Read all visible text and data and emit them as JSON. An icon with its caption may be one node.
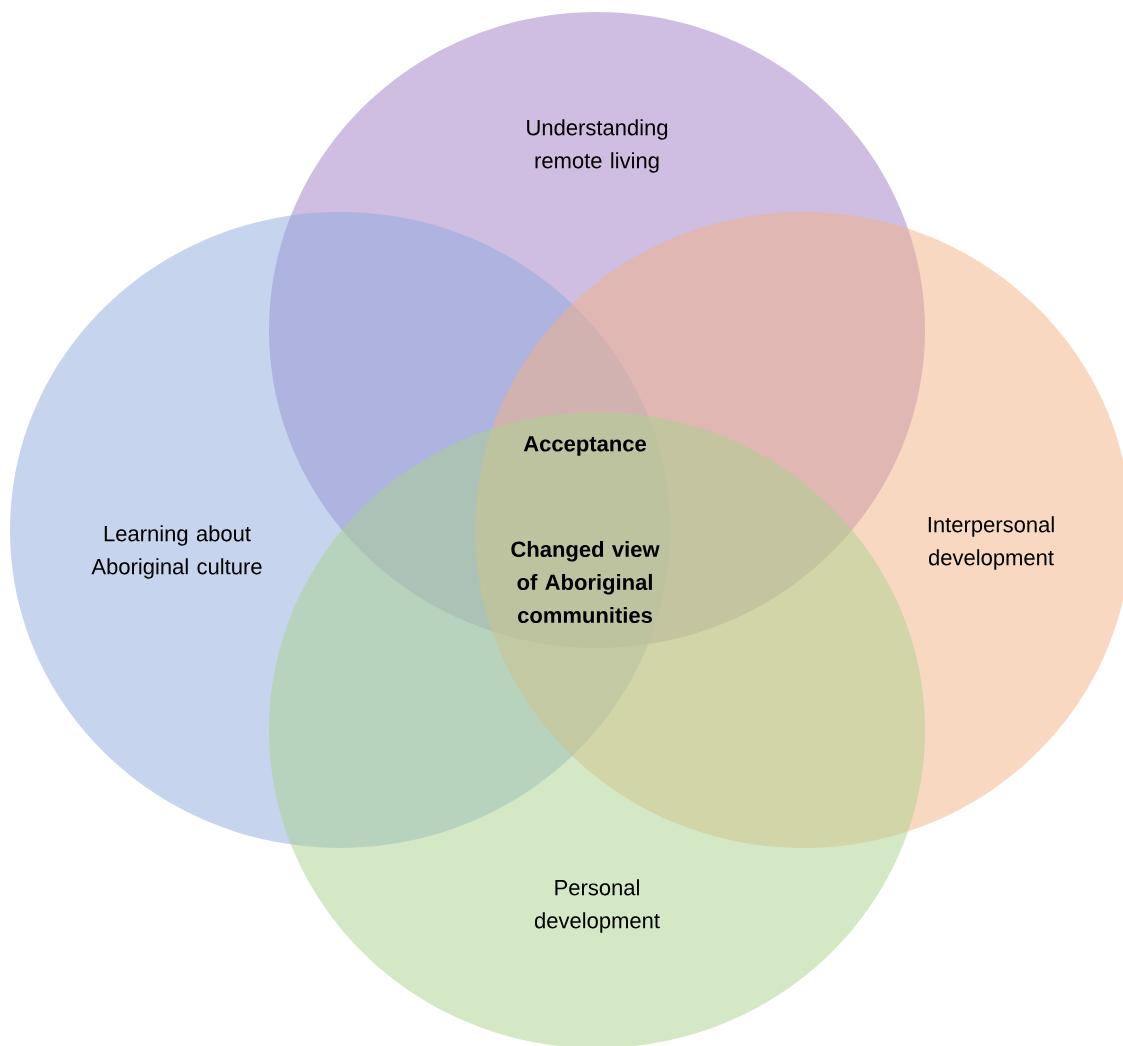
{
  "diagram": {
    "nodes": [
      {
        "text": [
          "Understanding remote living"
        ]
      },
      {
        "text": [
          "Learning about Aboriginal culture"
        ]
      },
      {
        "text": [
          "Interpersonal development"
        ]
      },
      {
        "text": [
          "Personal development"
        ]
      }
    ],
    "labels": [
      "Acceptance",
      "Changed view of Aboriginal communities"
    ]
  }
}
